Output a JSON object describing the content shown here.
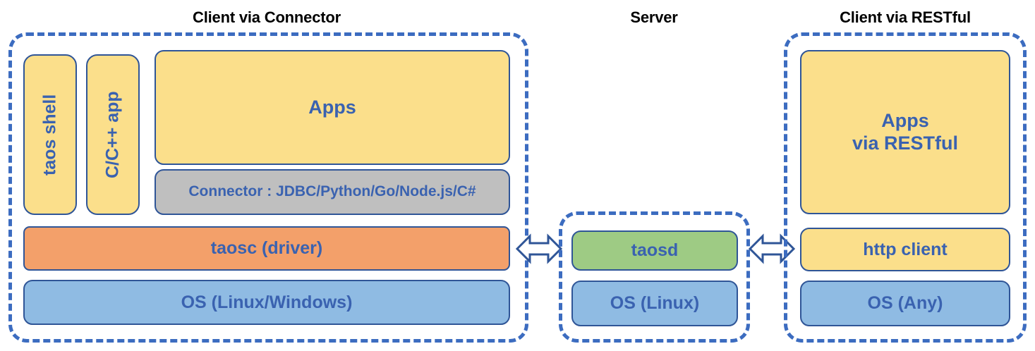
{
  "diagram": {
    "title_color": "#000000",
    "box_text_color": "#3A62B0",
    "box_border_color": "#2F5597",
    "group_border_color": "#3C6CC0",
    "colors": {
      "yellow": "#FBDF8B",
      "orange": "#F3A06A",
      "blue": "#8FBBE3",
      "green": "#9ECB84",
      "gray": "#BFBFBF"
    }
  },
  "sections": {
    "client_connector": {
      "title": "Client via Connector",
      "taos_shell": "taos shell",
      "c_app": "C/C++ app",
      "apps": "Apps",
      "connector": "Connector : JDBC/Python/Go/Node.js/C#",
      "taosc": "taosc (driver)",
      "os": "OS (Linux/Windows)"
    },
    "server": {
      "title": "Server",
      "taosd": "taosd",
      "os": "OS (Linux)"
    },
    "client_restful": {
      "title": "Client via RESTful",
      "apps_line1": "Apps",
      "apps_line2": "via RESTful",
      "http_client": "http client",
      "os": "OS (Any)"
    }
  },
  "connectors": {
    "left_arrow": "double-headed-arrow",
    "right_arrow": "double-headed-arrow"
  }
}
